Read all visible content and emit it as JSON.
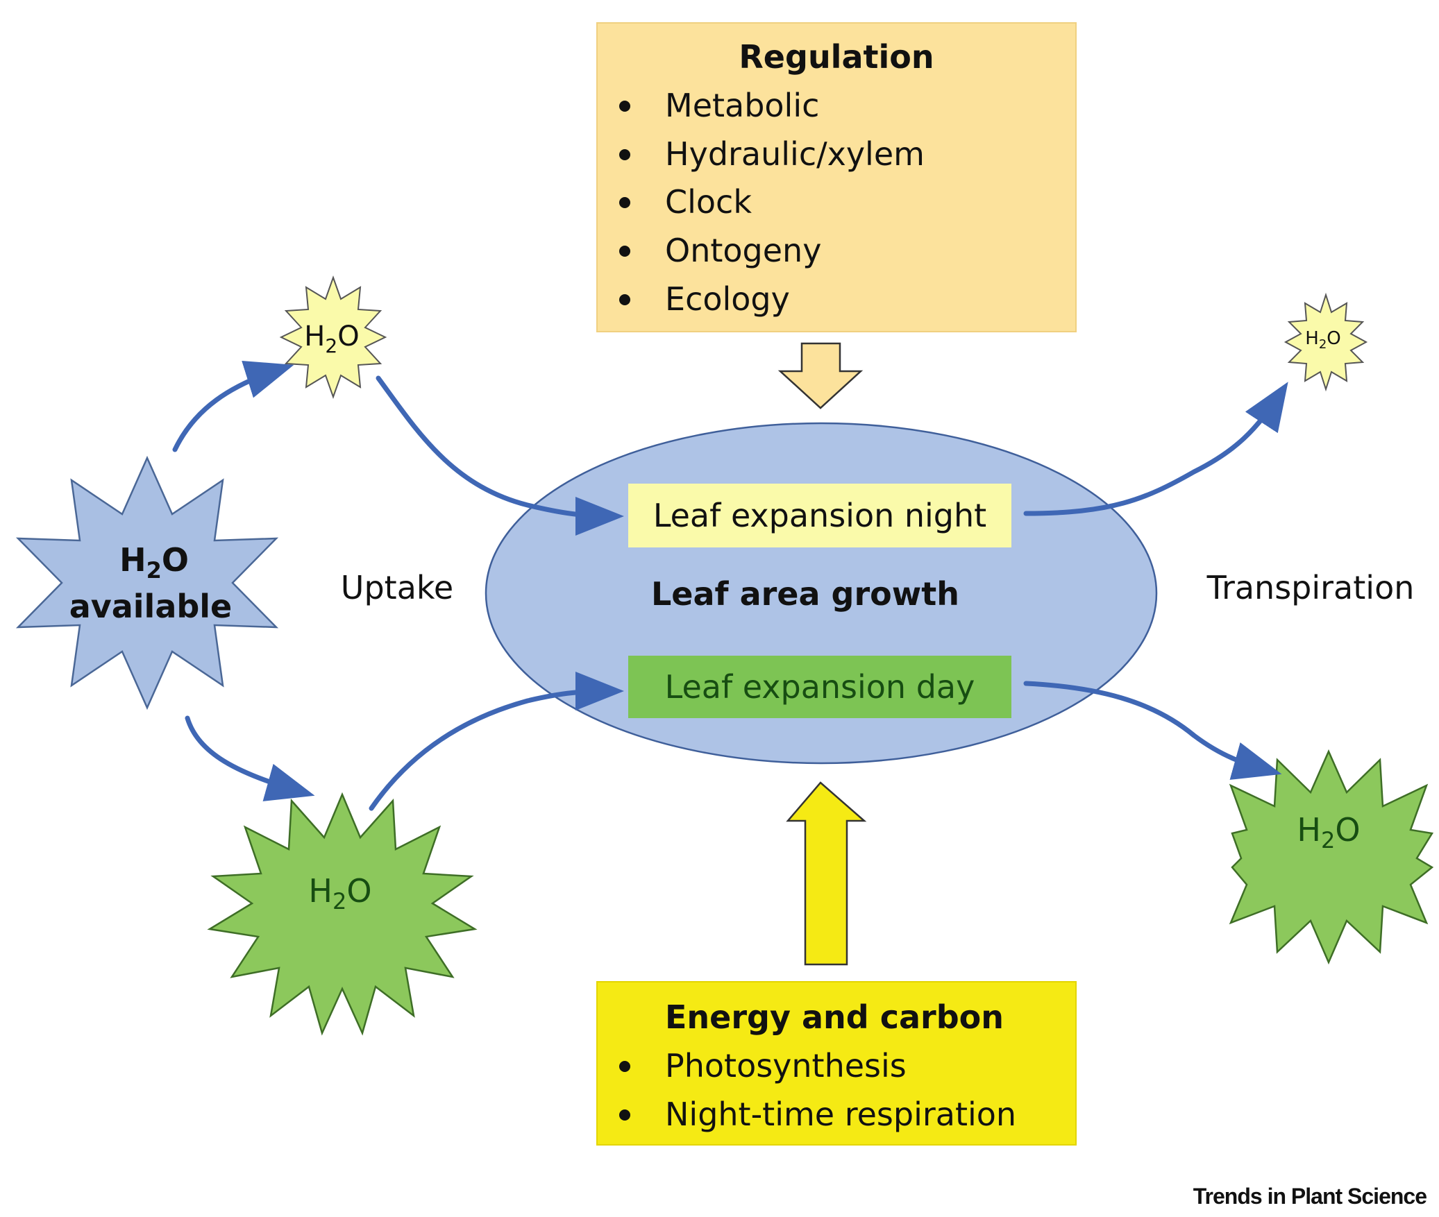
{
  "regulation": {
    "title": "Regulation",
    "items": [
      "Metabolic",
      "Hydraulic/xylem",
      "Clock",
      "Ontogeny",
      "Ecology"
    ]
  },
  "energy": {
    "title": "Energy and carbon",
    "items": [
      "Photosynthesis",
      "Night-time respiration"
    ]
  },
  "center": {
    "title": "Leaf area growth",
    "night_label": "Leaf expansion night",
    "day_label": "Leaf expansion day"
  },
  "labels": {
    "uptake": "Uptake",
    "transpiration": "Transpiration"
  },
  "water": {
    "available_line1_main": "H",
    "available_line1_sub": "2",
    "available_line1_end": "O",
    "available_line2": "available",
    "h": "H",
    "sub": "2",
    "o": "O"
  },
  "credit": "Trends in Plant Science",
  "colors": {
    "regulation_box": "#fce29c",
    "energy_box": "#f5ea14",
    "ellipse": "#aec3e6",
    "night_box": "#fafaaa",
    "day_box": "#7dc454",
    "blue_star": "#a9bfe3",
    "green_star": "#8cc85c",
    "yellow_star": "#fafaaa",
    "arrow": "#3f67b5"
  }
}
